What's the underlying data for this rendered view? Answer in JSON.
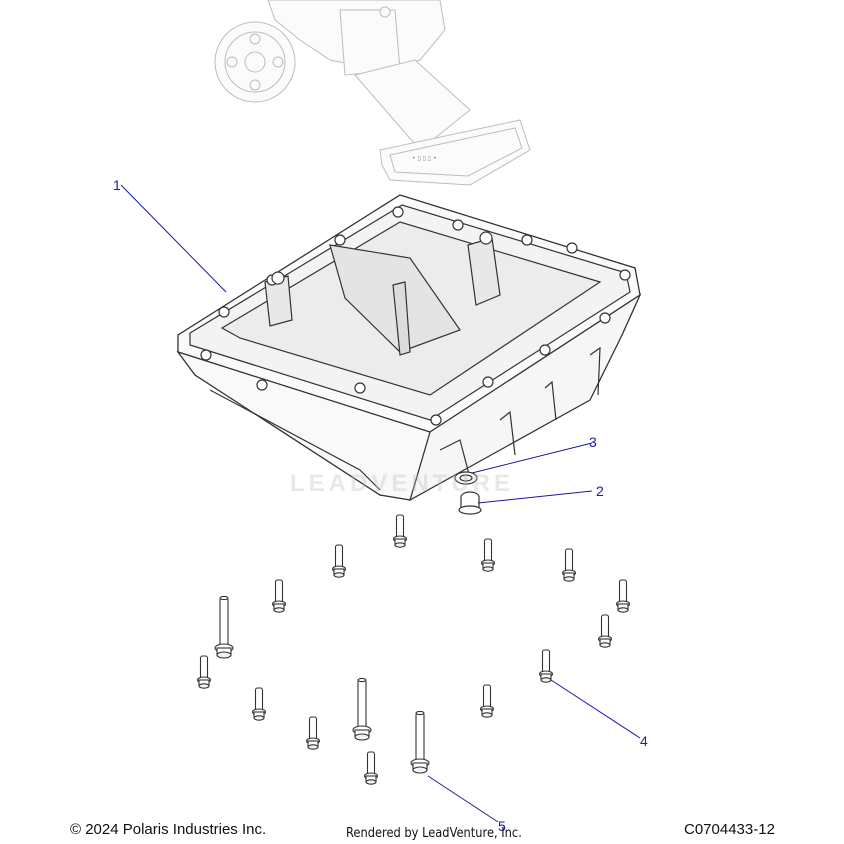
{
  "watermark": "LEADVENTURE",
  "footer": {
    "copyright": "© 2024 Polaris Industries Inc.",
    "rendered_by": "Rendered by LeadVenture, Inc.",
    "diagram_id": "C0704433-12"
  },
  "callouts": [
    {
      "label": "1",
      "part": "oil pan"
    },
    {
      "label": "2",
      "part": "drain plug"
    },
    {
      "label": "3",
      "part": "sealing washer"
    },
    {
      "label": "4",
      "part": "short flange bolt"
    },
    {
      "label": "5",
      "part": "long flange bolt"
    }
  ],
  "colors": {
    "callout": "#1a1aa6",
    "line_art": "#333333",
    "ghost_art": "#bdbdbd"
  }
}
